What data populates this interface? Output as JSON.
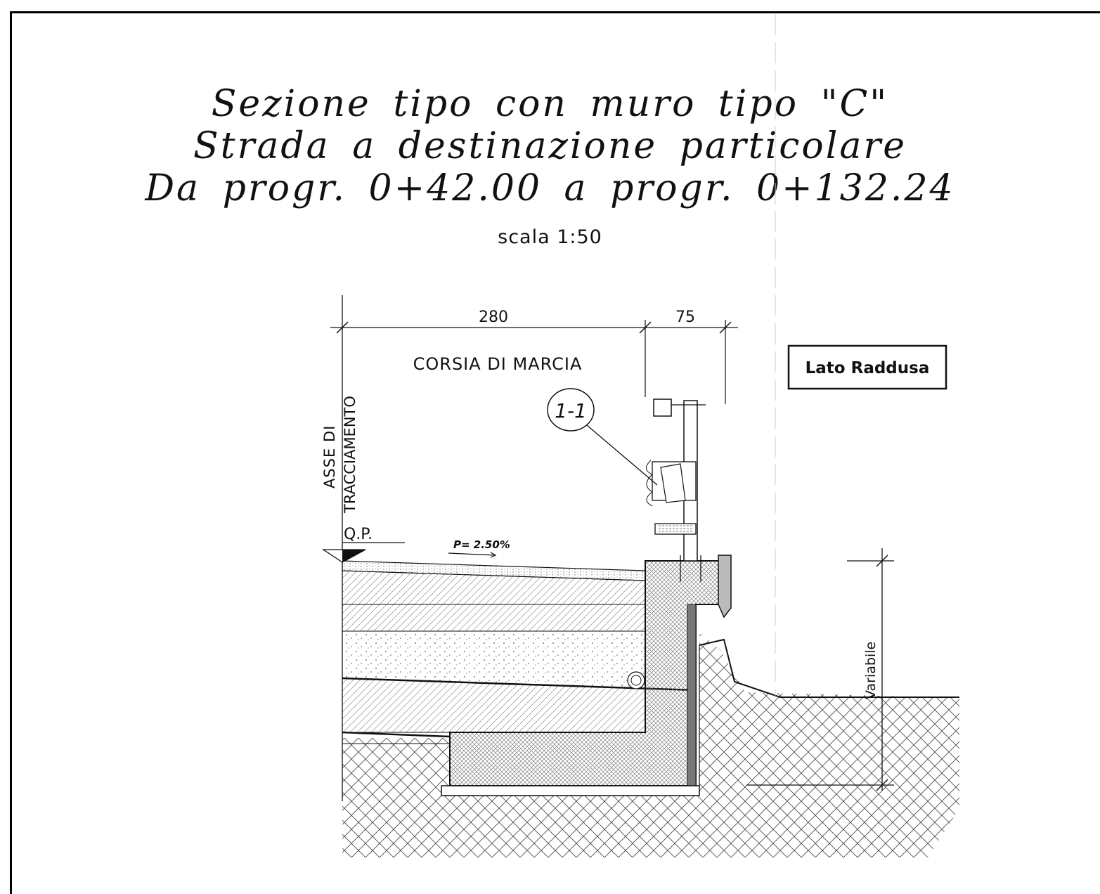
{
  "title": {
    "line1": "Sezione tipo con muro tipo \"C\"",
    "line2": "Strada a destinazione particolare",
    "line3": "Da progr. 0+42.00 a progr. 0+132.24"
  },
  "scale_label": "scala 1:50",
  "dimensions": {
    "lane_width": "280",
    "barrier_width": "75",
    "height": "Variabile"
  },
  "labels": {
    "lane": "CORSIA DI MARCIA",
    "axis_line1": "ASSE DI",
    "axis_line2": "TRACCIAMENTO",
    "project_level": "Q.P.",
    "slope": "P= 2.50%",
    "detail_ref": "1-1",
    "side": "Lato Raddusa"
  }
}
